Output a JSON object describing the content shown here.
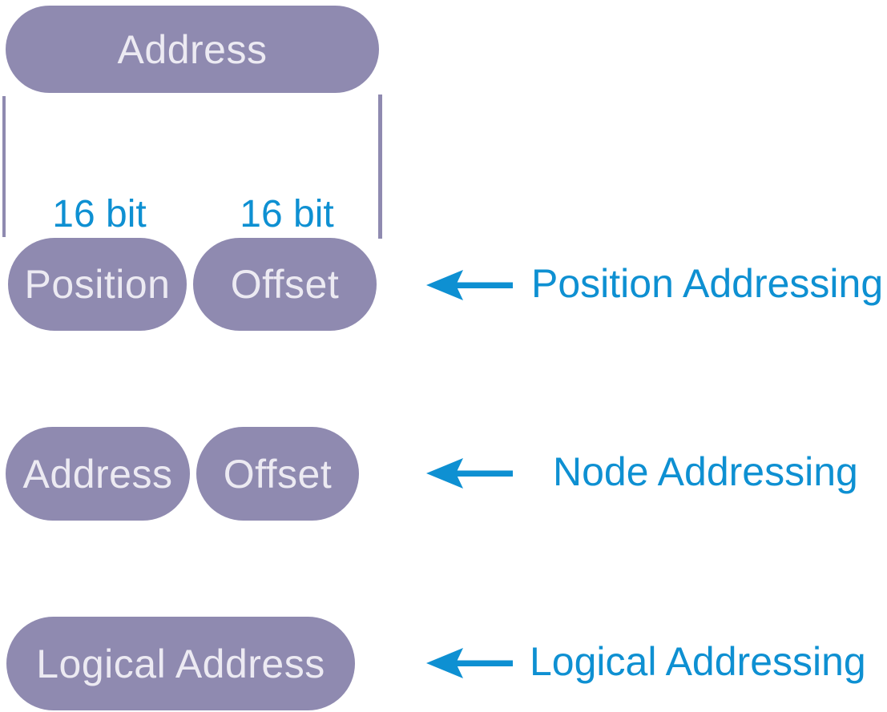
{
  "diagram": {
    "top_pill": {
      "label": "Address"
    },
    "bit_labels": {
      "left": "16 bit",
      "right": "16 bit"
    },
    "row1": {
      "pill1": "Position",
      "pill2": "Offset",
      "annotation": "Position Addressing"
    },
    "row2": {
      "pill1": "Address",
      "pill2": "Offset",
      "annotation": "Node Addressing"
    },
    "row3": {
      "pill1": "Logical Address",
      "annotation": "Logical Addressing"
    },
    "colors": {
      "pill_fill": "#8F8AB0",
      "pill_text": "#ECEAF2",
      "accent_blue": "#0E90D2",
      "background": "#FFFFFF"
    }
  }
}
